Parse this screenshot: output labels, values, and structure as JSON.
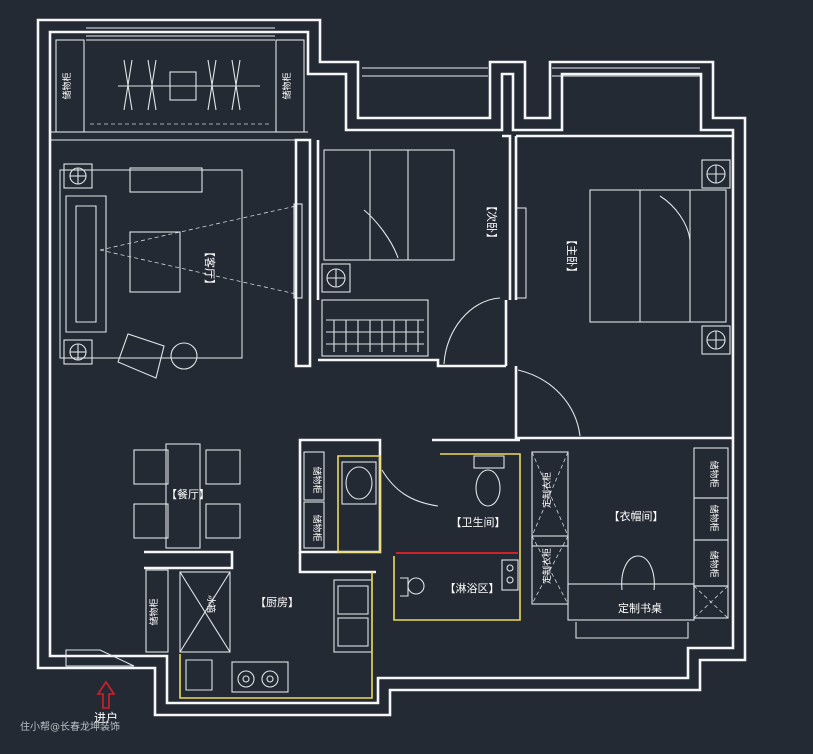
{
  "rooms": {
    "living": "【客厅】",
    "second_bedroom": "【次卧】",
    "master_bedroom": "【主卧】",
    "dining": "【餐厅】",
    "kitchen": "【厨房】",
    "bathroom": "【卫生间】",
    "shower": "【淋浴区】",
    "cloakroom": "【衣帽间】"
  },
  "cabinets": {
    "balcony_left": "储物柜",
    "balcony_right": "储物柜",
    "corridor_top": "储物柜",
    "corridor_bottom": "储物柜",
    "entry": "储物柜",
    "fridge": "冰箱",
    "wardrobe_top": "定制衣柜",
    "wardrobe_bottom": "定制衣柜",
    "right_top": "储物柜",
    "right_mid": "储物柜",
    "right_bottom": "储物柜"
  },
  "desk_label": "定制书桌",
  "entrance_label": "进户",
  "watermark": "住小帮@长春龙坤装饰",
  "colors": {
    "background": "#242a33",
    "wall": "#f4f6f8",
    "wet_area": "#ecd95a",
    "accent_line": "#d0202a"
  }
}
